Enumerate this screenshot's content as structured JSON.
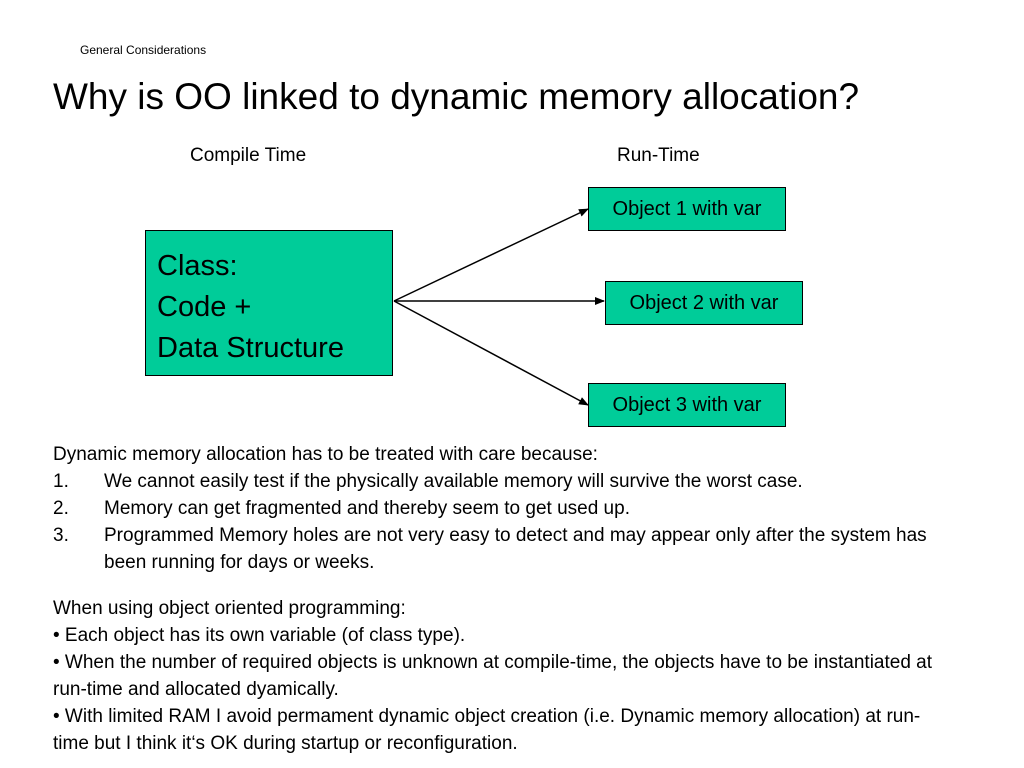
{
  "slide": {
    "section_label": "General Considerations",
    "title": "Why is OO linked to dynamic memory allocation?"
  },
  "diagram": {
    "compile_time_label": "Compile Time",
    "run_time_label": "Run-Time",
    "class_box": {
      "lines": [
        "Class:",
        "Code +",
        "Data Structure"
      ],
      "color": "#00cc99"
    },
    "objects": [
      {
        "label": "Object 1 with var"
      },
      {
        "label": "Object 2 with var"
      },
      {
        "label": "Object 3 with var"
      }
    ]
  },
  "care": {
    "intro": "Dynamic memory allocation has to be treated with care because:",
    "items": [
      {
        "num": "1.",
        "text": "We cannot easily test if the physically available memory will survive the worst case."
      },
      {
        "num": "2.",
        "text": "Memory can get fragmented and thereby seem to get used up."
      },
      {
        "num": "3.",
        "text": "Programmed Memory holes are not very easy to detect and may appear only after the system has been running for days or weeks."
      }
    ]
  },
  "oo": {
    "intro": "When using object oriented programming:",
    "bullets": [
      "• Each object has its own variable (of class type).",
      "• When the number of required objects is unknown at compile-time, the objects have to be instantiated at run-time and allocated dyamically.",
      "• With limited RAM I avoid permament dynamic object creation (i.e. Dynamic memory allocation) at run-time but I think it‘s OK during startup or reconfiguration."
    ]
  }
}
